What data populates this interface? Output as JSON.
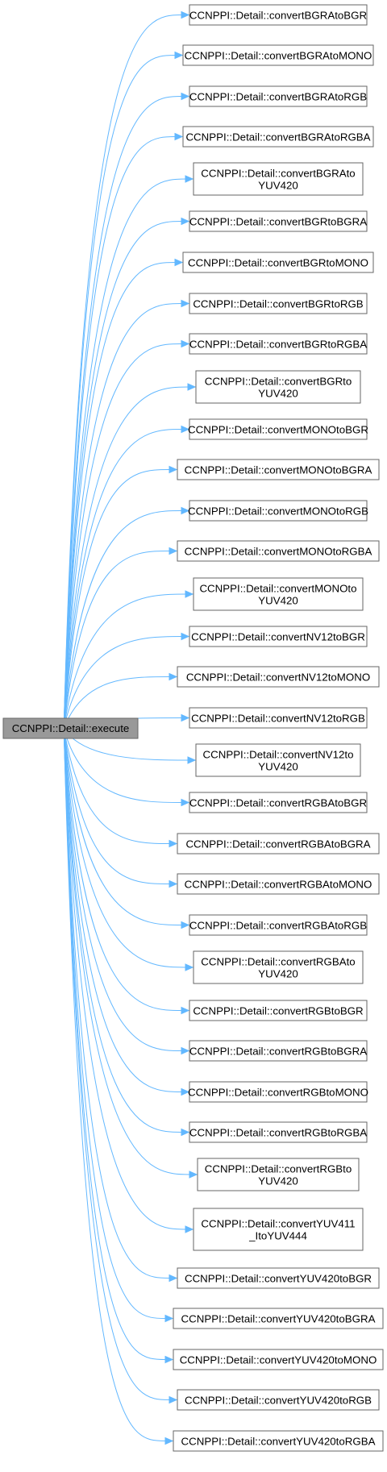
{
  "graph": {
    "edge_color": "#63b8ff",
    "root": {
      "label": "CCNPPI::Detail::execute",
      "fill": "#999999"
    },
    "callees": [
      [
        "CCNPPI::Detail::convertBGRAtoBGR"
      ],
      [
        "CCNPPI::Detail::convertBGRAtoMONO"
      ],
      [
        "CCNPPI::Detail::convertBGRAtoRGB"
      ],
      [
        "CCNPPI::Detail::convertBGRAtoRGBA"
      ],
      [
        "CCNPPI::Detail::convertBGRAto",
        "YUV420"
      ],
      [
        "CCNPPI::Detail::convertBGRtoBGRA"
      ],
      [
        "CCNPPI::Detail::convertBGRtoMONO"
      ],
      [
        "CCNPPI::Detail::convertBGRtoRGB"
      ],
      [
        "CCNPPI::Detail::convertBGRtoRGBA"
      ],
      [
        "CCNPPI::Detail::convertBGRto",
        "YUV420"
      ],
      [
        "CCNPPI::Detail::convertMONOtoBGR"
      ],
      [
        "CCNPPI::Detail::convertMONOtoBGRA"
      ],
      [
        "CCNPPI::Detail::convertMONOtoRGB"
      ],
      [
        "CCNPPI::Detail::convertMONOtoRGBA"
      ],
      [
        "CCNPPI::Detail::convertMONOto",
        "YUV420"
      ],
      [
        "CCNPPI::Detail::convertNV12toBGR"
      ],
      [
        "CCNPPI::Detail::convertNV12toMONO"
      ],
      [
        "CCNPPI::Detail::convertNV12toRGB"
      ],
      [
        "CCNPPI::Detail::convertNV12to",
        "YUV420"
      ],
      [
        "CCNPPI::Detail::convertRGBAtoBGR"
      ],
      [
        "CCNPPI::Detail::convertRGBAtoBGRA"
      ],
      [
        "CCNPPI::Detail::convertRGBAtoMONO"
      ],
      [
        "CCNPPI::Detail::convertRGBAtoRGB"
      ],
      [
        "CCNPPI::Detail::convertRGBAto",
        "YUV420"
      ],
      [
        "CCNPPI::Detail::convertRGBtoBGR"
      ],
      [
        "CCNPPI::Detail::convertRGBtoBGRA"
      ],
      [
        "CCNPPI::Detail::convertRGBtoMONO"
      ],
      [
        "CCNPPI::Detail::convertRGBtoRGBA"
      ],
      [
        "CCNPPI::Detail::convertRGBto",
        "YUV420"
      ],
      [
        "CCNPPI::Detail::convertYUV411",
        "_ItoYUV444"
      ],
      [
        "CCNPPI::Detail::convertYUV420toBGR"
      ],
      [
        "CCNPPI::Detail::convertYUV420toBGRA"
      ],
      [
        "CCNPPI::Detail::convertYUV420toMONO"
      ],
      [
        "CCNPPI::Detail::convertYUV420toRGB"
      ],
      [
        "CCNPPI::Detail::convertYUV420toRGBA"
      ]
    ]
  }
}
